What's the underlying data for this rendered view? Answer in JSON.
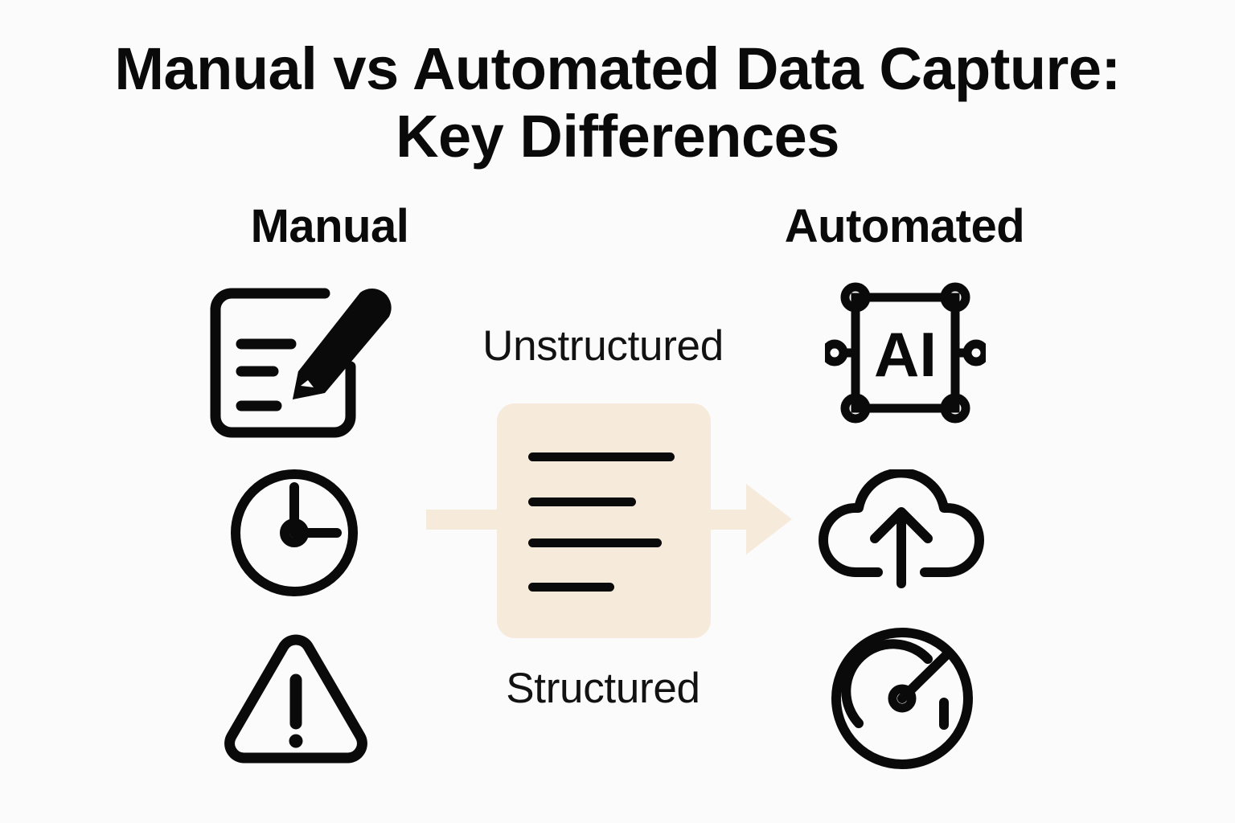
{
  "page": {
    "title": "Manual vs Automated Data Capture:\nKey Differences",
    "background_color": "#fbfbfb",
    "text_color": "#0a0a0a",
    "accent_color": "#f6eadb"
  },
  "columns": {
    "left": {
      "heading": "Manual",
      "icons": [
        {
          "name": "notepad-pencil-icon",
          "label": "notepad-with-pencil"
        },
        {
          "name": "clock-icon",
          "label": "clock"
        },
        {
          "name": "warning-triangle-icon",
          "label": "warning-triangle"
        }
      ]
    },
    "right": {
      "heading": "Automated",
      "icons": [
        {
          "name": "ai-chip-icon",
          "label": "ai-chip",
          "chip_text": "AI"
        },
        {
          "name": "cloud-upload-icon",
          "label": "cloud-upload"
        },
        {
          "name": "gauge-icon",
          "label": "speed-gauge"
        }
      ]
    }
  },
  "center": {
    "top_label": "Unstructured",
    "bottom_label": "Structured",
    "document_card": {
      "name": "document-card",
      "fill": "#f6eadb",
      "line_widths": [
        182,
        134,
        166,
        107
      ]
    },
    "arrow": {
      "name": "flow-arrow",
      "direction": "right",
      "color": "#f6eadb"
    }
  }
}
